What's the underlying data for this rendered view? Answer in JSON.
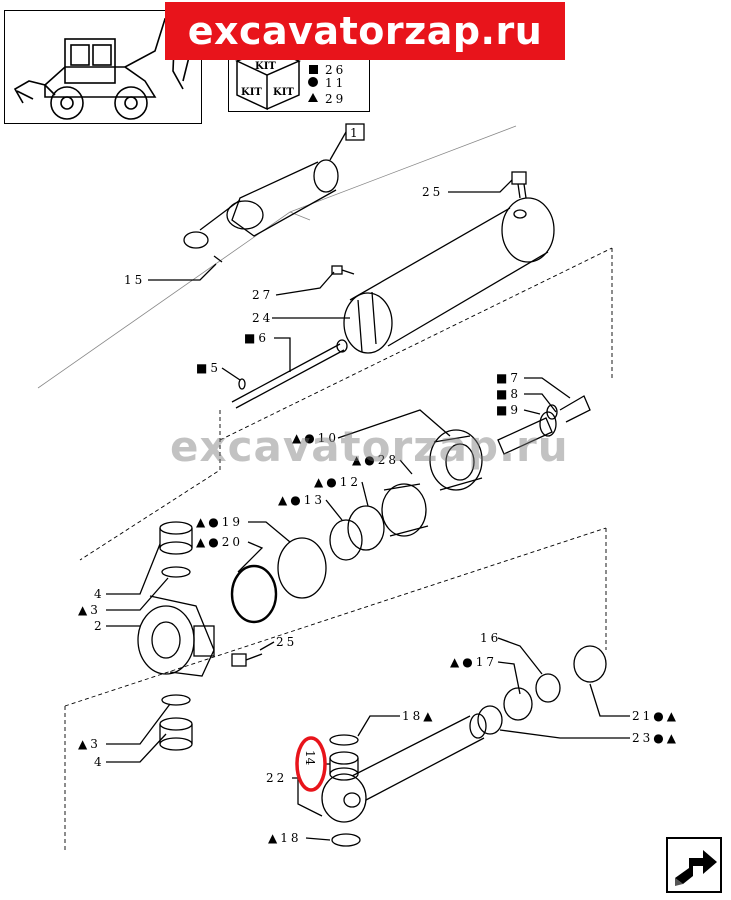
{
  "banner": {
    "text": "excavatorzap.ru",
    "bg_color": "#e8141b"
  },
  "watermark": {
    "text": "excavatorzap.ru"
  },
  "kit_legend": {
    "kit_label": "KIT",
    "rows": [
      {
        "symbol": "square",
        "value": "26"
      },
      {
        "symbol": "circle",
        "value": "11"
      },
      {
        "symbol": "triangle",
        "value": "29"
      }
    ]
  },
  "assembly_label": "1",
  "callouts": [
    {
      "id": "c25a",
      "text": "25",
      "symbols": ""
    },
    {
      "id": "c15",
      "text": "15",
      "symbols": ""
    },
    {
      "id": "c27",
      "text": "27",
      "symbols": ""
    },
    {
      "id": "c24",
      "text": "24",
      "symbols": ""
    },
    {
      "id": "c6",
      "text": "6",
      "symbols": "■"
    },
    {
      "id": "c5",
      "text": "5",
      "symbols": "■"
    },
    {
      "id": "c7",
      "text": "7",
      "symbols": "■"
    },
    {
      "id": "c8",
      "text": "8",
      "symbols": "■"
    },
    {
      "id": "c9",
      "text": "9",
      "symbols": "■"
    },
    {
      "id": "c10",
      "text": "10",
      "symbols": "▲●"
    },
    {
      "id": "c28",
      "text": "28",
      "symbols": "▲●"
    },
    {
      "id": "c12",
      "text": "12",
      "symbols": "▲●"
    },
    {
      "id": "c13",
      "text": "13",
      "symbols": "▲●"
    },
    {
      "id": "c19",
      "text": "19",
      "symbols": "▲●"
    },
    {
      "id": "c20",
      "text": "20",
      "symbols": "▲●"
    },
    {
      "id": "c4a",
      "text": "4",
      "symbols": ""
    },
    {
      "id": "c3a",
      "text": "3",
      "symbols": "▲"
    },
    {
      "id": "c2",
      "text": "2",
      "symbols": ""
    },
    {
      "id": "c25b",
      "text": "25",
      "symbols": ""
    },
    {
      "id": "c16",
      "text": "16",
      "symbols": ""
    },
    {
      "id": "c17",
      "text": "17",
      "symbols": "▲●"
    },
    {
      "id": "c18a",
      "text": "18",
      "symbols": "▲"
    },
    {
      "id": "c21",
      "text": "21",
      "symbols": "●▲"
    },
    {
      "id": "c23",
      "text": "23",
      "symbols": "●▲"
    },
    {
      "id": "c3b",
      "text": "3",
      "symbols": "▲"
    },
    {
      "id": "c4b",
      "text": "4",
      "symbols": ""
    },
    {
      "id": "c14",
      "text": "14",
      "symbols": ""
    },
    {
      "id": "c22",
      "text": "22",
      "symbols": ""
    },
    {
      "id": "c18b",
      "text": "18",
      "symbols": "▲"
    }
  ],
  "highlight": {
    "target": "14",
    "color": "#e8141b"
  },
  "nav": {
    "icon": "next-page-arrow-icon"
  }
}
